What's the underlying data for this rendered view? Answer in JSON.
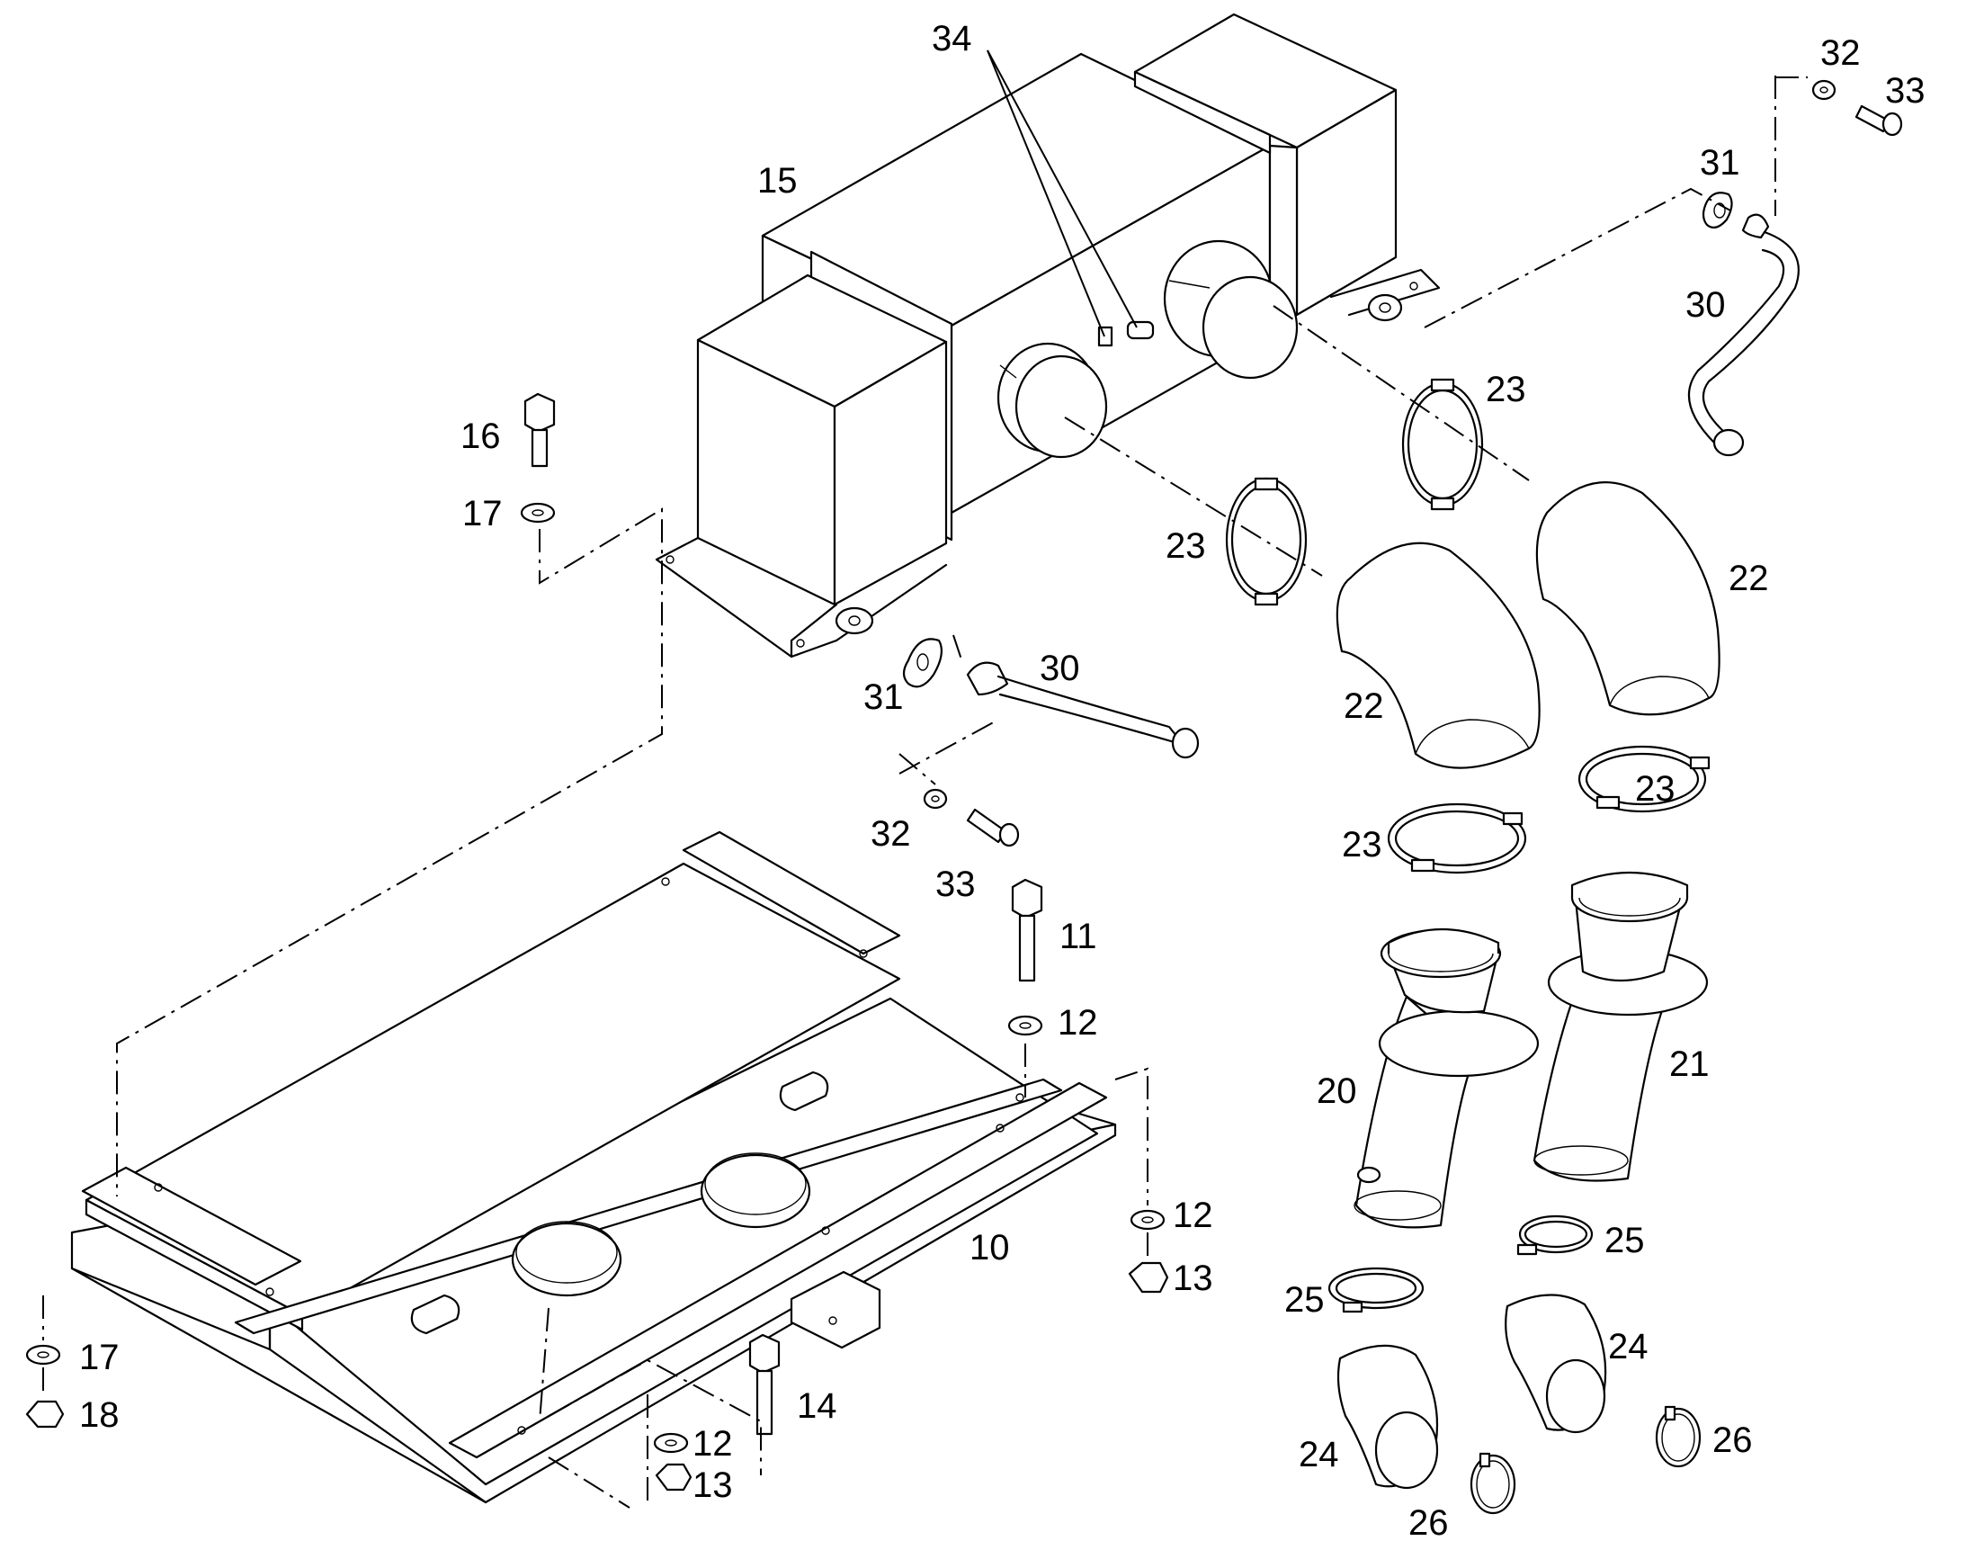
{
  "colors": {
    "ink": "#000000",
    "paper": "#ffffff"
  },
  "callouts": {
    "c10": "10",
    "c11": "11",
    "c12a": "12",
    "c12b": "12",
    "c12c": "12",
    "c13a": "13",
    "c13b": "13",
    "c14": "14",
    "c15": "15",
    "c16": "16",
    "c17a": "17",
    "c17b": "17",
    "c18": "18",
    "c20": "20",
    "c21": "21",
    "c22a": "22",
    "c22b": "22",
    "c23a": "23",
    "c23b": "23",
    "c23c": "23",
    "c23d": "23",
    "c24a": "24",
    "c24b": "24",
    "c25a": "25",
    "c25b": "25",
    "c26a": "26",
    "c26b": "26",
    "c30a": "30",
    "c30b": "30",
    "c31a": "31",
    "c31b": "31",
    "c32a": "32",
    "c32b": "32",
    "c33a": "33",
    "c33b": "33",
    "c34": "34"
  }
}
